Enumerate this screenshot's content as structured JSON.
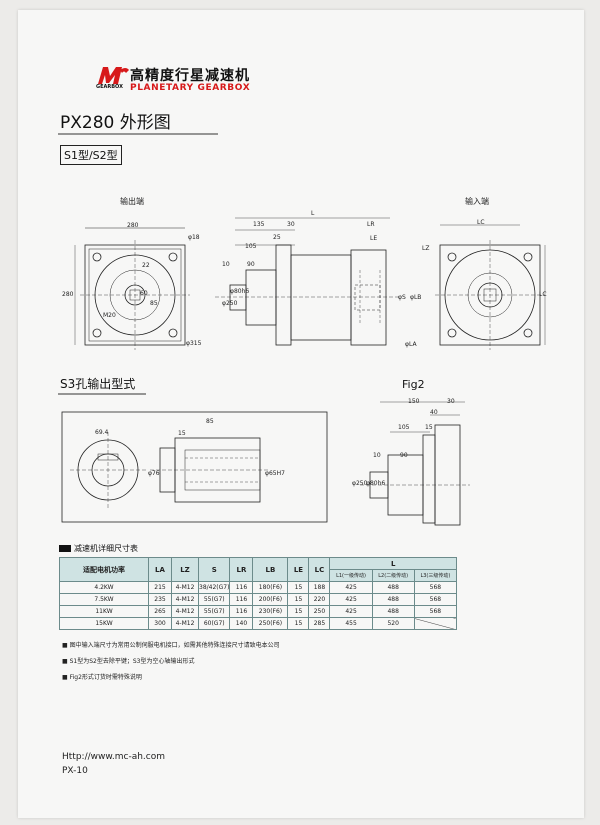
{
  "header": {
    "logo_cn": "高精度行星减速机",
    "logo_en": "PLANETARY GEARBOX",
    "logo_mark": "GEARBOX",
    "title": "PX280 外形图",
    "type_tag": "S1型/S2型"
  },
  "views": {
    "output_end": "输出端",
    "input_end": "输入端",
    "s3_title": "S3孔输出型式",
    "fig2_title": "Fig2"
  },
  "dims": {
    "front": [
      "280",
      "φ18",
      "22",
      "280",
      "M20",
      "φ315",
      "60",
      "85"
    ],
    "side": [
      "L",
      "135",
      "30",
      "LR",
      "LE",
      "25",
      "105",
      "10",
      "90",
      "φ250",
      "φ80h6",
      "φS",
      "φLB",
      "φLA",
      "LZ",
      "LC"
    ],
    "input": [
      "LC",
      "LZ",
      "LC"
    ],
    "s3": [
      "69.4",
      "15",
      "85",
      "φ76",
      "φ65H7"
    ],
    "fig2": [
      "150",
      "30",
      "40",
      "105",
      "15",
      "10",
      "90",
      "φ250",
      "φ80h6"
    ]
  },
  "table": {
    "title": "减速机详细尺寸表",
    "headers": [
      "适配电机功率",
      "LA",
      "LZ",
      "S",
      "LR",
      "LB",
      "LE",
      "LC",
      "L"
    ],
    "sub_headers": [
      "L1(一级传动)",
      "L2(二级传动)",
      "L3(三级传动)"
    ],
    "rows": [
      [
        "4.2KW",
        "215",
        "4-M12",
        "38/42(G7)",
        "116",
        "180(F6)",
        "15",
        "188",
        "425",
        "488",
        "568"
      ],
      [
        "7.5KW",
        "235",
        "4-M12",
        "55(G7)",
        "116",
        "200(F6)",
        "15",
        "220",
        "425",
        "488",
        "568"
      ],
      [
        "11KW",
        "265",
        "4-M12",
        "55(G7)",
        "116",
        "230(F6)",
        "15",
        "250",
        "425",
        "488",
        "568"
      ],
      [
        "15KW",
        "300",
        "4-M12",
        "60(G7)",
        "140",
        "250(F6)",
        "15",
        "285",
        "455",
        "520",
        ""
      ]
    ]
  },
  "notes": [
    "图中输入端尺寸为常用公制伺服电机接口，如需其他特殊连接尺寸请致电本公司",
    "S1型为S2型去除平键；S3型为空心轴输出形式",
    "Fig2形式订货时需特殊说明"
  ],
  "footer": {
    "url": "Http://www.mc-ah.com",
    "page": "PX-10"
  },
  "colors": {
    "brand_red": "#d7191a",
    "table_header": "#cfe3e3",
    "table_border": "#6c8b8b"
  }
}
